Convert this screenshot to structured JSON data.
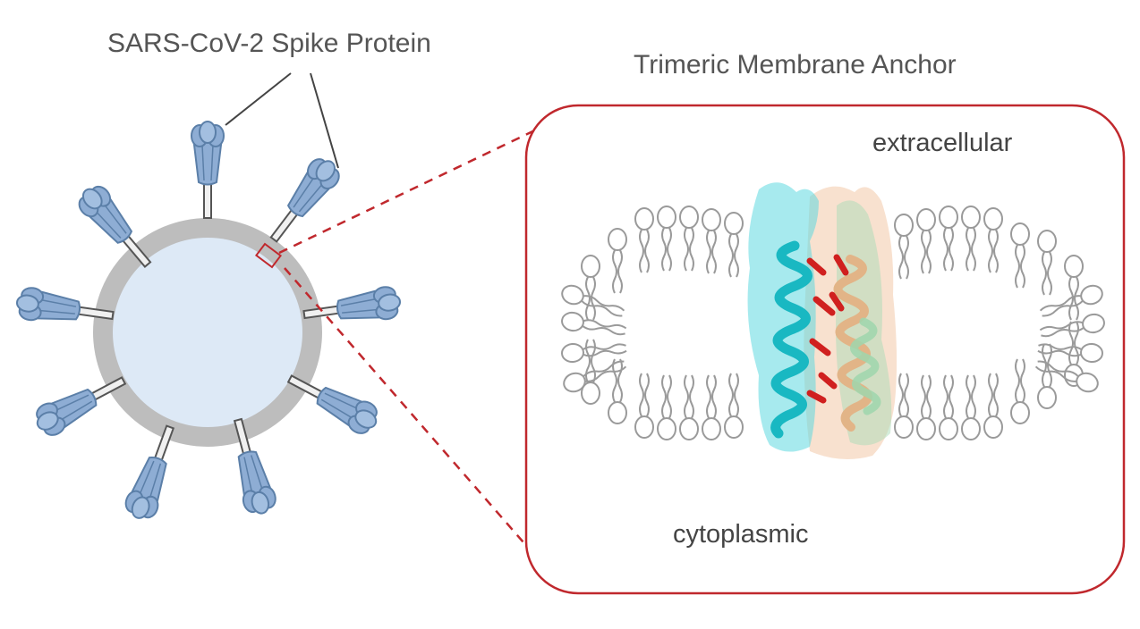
{
  "title_spike": "SARS-CoV-2 Spike Protein",
  "title_anchor": "Trimeric Membrane Anchor",
  "label_extracellular": "extracellular",
  "label_cytoplasmic": "cytoplasmic",
  "colors": {
    "spike_fill": "#8eadd4",
    "spike_stroke": "#5b7fa8",
    "virion_fill": "#dde9f6",
    "envelope": "#bdbdbd",
    "box_red": "#c0282d",
    "lipid": "#9a9a9a",
    "helix_cyan": "#19b8c2",
    "helix_tan": "#e2b487",
    "helix_green": "#9fd6ad",
    "residue_red": "#d0201f"
  }
}
